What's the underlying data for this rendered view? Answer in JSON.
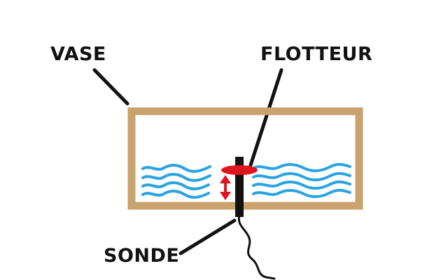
{
  "labels": {
    "vase": "VASE",
    "flotteur": "FLOTTEUR",
    "sonde": "SONDE"
  },
  "colors": {
    "vase_frame": "#c9a26e",
    "water": "#2aa3e0",
    "float": "#e0141e",
    "probe": "#111111",
    "text": "#111111",
    "arrow": "#e0141e"
  },
  "icons": {
    "arrow": "double-vertical-arrow-icon"
  }
}
